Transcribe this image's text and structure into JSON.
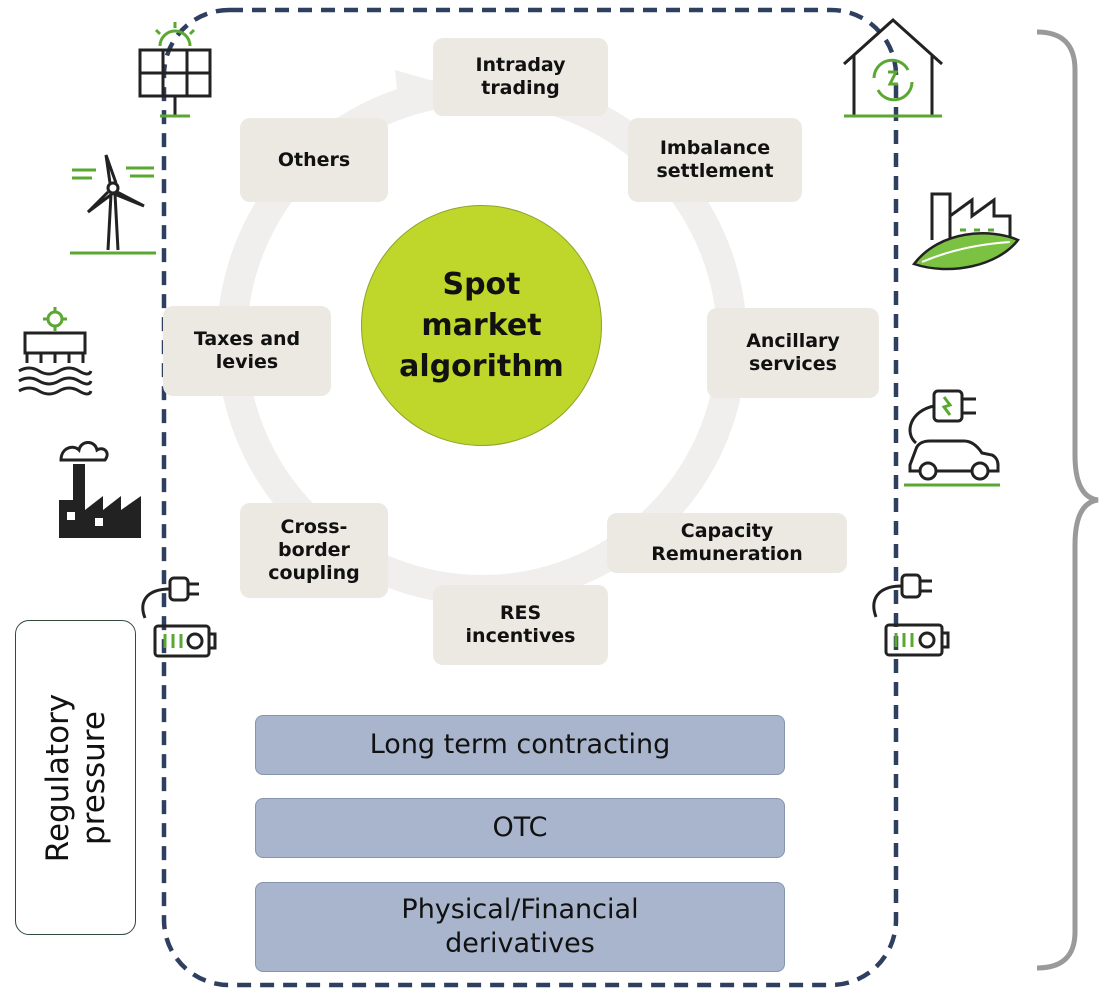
{
  "diagram": {
    "center": {
      "label": "Spot\nmarket\nalgorithm"
    },
    "factors": [
      {
        "id": "intraday",
        "label": "Intraday\ntrading"
      },
      {
        "id": "imbalance",
        "label": "Imbalance\nsettlement"
      },
      {
        "id": "ancillary",
        "label": "Ancillary\nservices"
      },
      {
        "id": "capacity",
        "label": "Capacity\nRemuneration"
      },
      {
        "id": "res",
        "label": "RES\nincentives"
      },
      {
        "id": "crossborder",
        "label": "Cross-\nborder\ncoupling"
      },
      {
        "id": "taxes",
        "label": "Taxes and\nlevies"
      },
      {
        "id": "others",
        "label": "Others"
      }
    ],
    "markets": [
      {
        "label": "Long term contracting"
      },
      {
        "label": "OTC"
      },
      {
        "label": "Physical/Financial\nderivatives"
      }
    ],
    "side_box": {
      "label": "Regulatory\npressure"
    },
    "icons_left": [
      "solar-panel-icon",
      "wind-turbine-icon",
      "hydro-plant-icon",
      "fossil-plant-icon",
      "battery-plug-icon"
    ],
    "icons_right": [
      "green-house-icon",
      "green-factory-icon",
      "electric-car-icon",
      "battery-plug-icon"
    ],
    "colors": {
      "center": "#bfd62a",
      "factor_box": "#ece9e3",
      "market_bar": "#a8b5cc",
      "dashed_border": "#2f3f5f",
      "icon_accent": "#5aa832"
    }
  }
}
